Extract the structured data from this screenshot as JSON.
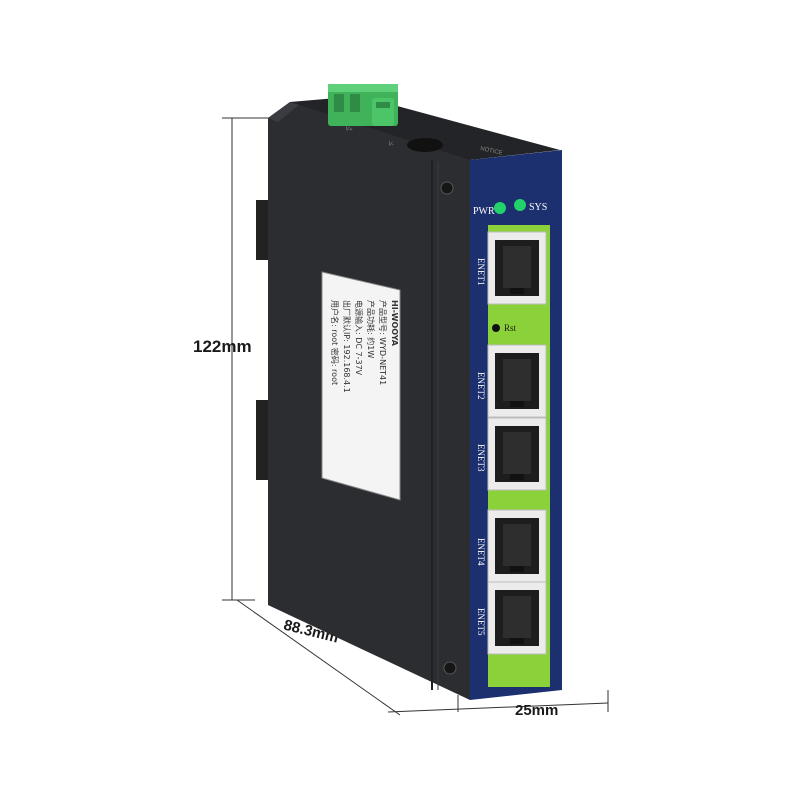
{
  "dimensions": {
    "height": "122mm",
    "depth": "88.3mm",
    "width": "25mm"
  },
  "device": {
    "leds": [
      {
        "label": "PWR",
        "color": "#22d36b"
      },
      {
        "label": "SYS",
        "color": "#22d36b"
      }
    ],
    "reset_label": "Rst",
    "ports": [
      "ENET1",
      "ENET2",
      "ENET3",
      "ENET4",
      "ENET5"
    ],
    "sticker": {
      "brand": "HI-WOOYA",
      "lines": [
        "产品型号: WYD-NET41",
        "产品功耗: 约1W",
        "电源输入: DC 7-37V",
        "出厂默认IP: 192.168.4.1",
        "用户名: root  密码: root"
      ]
    },
    "colors": {
      "body": "#2b2d31",
      "front_bezel": "#1c2f6e",
      "front_panel": "#8bd13a",
      "terminal": "#3fb25a"
    }
  }
}
